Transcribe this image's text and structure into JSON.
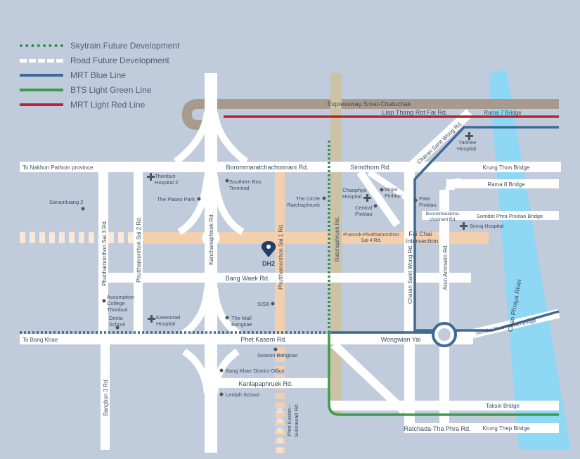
{
  "legend": [
    {
      "label": "Skytrain Future Development",
      "color": "#2e8f4a",
      "style": "dotted-green-blue"
    },
    {
      "label": "Road Future Development",
      "color": "#ffffff",
      "style": "dashed-white"
    },
    {
      "label": "MRT Blue Line",
      "color": "#3e6a94",
      "style": "solid"
    },
    {
      "label": "BTS Light Green Line",
      "color": "#3f9b4c",
      "style": "solid"
    },
    {
      "label": "MRT Light Red Line",
      "color": "#b5242f",
      "style": "solid"
    }
  ],
  "colors": {
    "background": "#c0cbdb",
    "road": "#ffffff",
    "expressway": "#a89a8c",
    "river": "#8fd8f5",
    "future_road": "#f3cfae",
    "ratchaphruek_rail": "#cbc3a3",
    "blue_line": "#3e6a94",
    "green_line": "#3f9b4c",
    "red_line": "#b5242f",
    "project_pin": "#1f3f66"
  },
  "roads": {
    "expressway": "Expressway Srirat-Chatuchak",
    "liap_thang": "Liap Thang Rot Fai Rd.",
    "rama7": "Rama 7 Bridge",
    "to_nakhon_pathom": "To Nakhon Pathom province",
    "borommaratchachonnani": "Borommaratchachonnani Rd.",
    "sirindhorn": "Sirindhorn Rd.",
    "krung_thon": "Krung Thon Bridge",
    "rama8": "Rama 8 Bridge",
    "somdet_phra_pinklao": "Somdet Phra Pinklao Bridge",
    "charan_sanit_wong_diag": "Charan Sanit Wong Rd.",
    "charan_sanit_wong": "Charan Sanit Wong Rd.",
    "arun_ammarin": "Arun Ammarin Rd.",
    "ratchaphruek": "Ratchaphruek Rd.",
    "phutthamonthon_sai3": "Phutthamonthon Sai 3 Rd.",
    "phutthamonthon_sai2": "Phutthamonthon Sai 2 Rd.",
    "phutthamonthon_sai1": "Phutthamonthon Sai 1 Rd.",
    "kanchanaphisek": "Kanchanaphisek Rd.",
    "bang_waek": "Bang Waek Rd.",
    "to_bang_khae": "To Bang Khae",
    "phet_kasem": "Phet Kasem Rd.",
    "wongwian_yai": "Wongwian Yai",
    "somdet_phra_pinklao_bridge2": "Somdet Phra Pinklao Bridge",
    "kanlapaphruek": "Kanlapaphruek Rd.",
    "bangbon3": "Bangbon 3 Rd.",
    "phet_kasem_suksawad": [
      "Phet Kasem -",
      "Suksawad Rd."
    ],
    "taksin": "Taksin Bridge",
    "ratchada_tha_phra": "Ratchada-Tha Phra Rd.",
    "krung_thep": "Krung Thep Bridge",
    "chao_phraya": "Chao Phraya River",
    "prannok": [
      "Prannok-Phutthamonthon",
      "Sai 4 Rd."
    ],
    "borommaratcha_small": [
      "Borommaratcha-",
      "chonnani Rd."
    ],
    "fai_chai": [
      "Fai Chai",
      "Intersection"
    ]
  },
  "places": {
    "thonburi_hospital2": [
      "Thonburi",
      "Hospital 2"
    ],
    "southern_bus": [
      "Southern Bus",
      "Terminal"
    ],
    "paseo_park": "The Paseo Park",
    "sanamluang2": "Sanamluang 2",
    "circle": [
      "The Circle",
      "Ratchaphruek"
    ],
    "chaophya": [
      "Chaophya",
      "Hospital"
    ],
    "mojor": [
      "Mojor",
      "Pinklao"
    ],
    "central": [
      "Central",
      "Pinklao"
    ],
    "pata": [
      "Pata",
      "Pinklao"
    ],
    "siriraj": "Siriraj Hospital",
    "yanhee": [
      "Yanhee",
      "Hospital"
    ],
    "assumption": [
      "Assumption",
      "College",
      "Thonburi"
    ],
    "denla": [
      "Denla",
      "School"
    ],
    "kasemrad": [
      "Kasemrad",
      "Hospital"
    ],
    "the_mall": [
      "The Mall",
      "Bangkae"
    ],
    "sisb": "SISB",
    "seacon": "Seacon Bangkae",
    "bang_khae_office": "Bang Khae District Office",
    "lertlah": "Lertlah School"
  },
  "project": {
    "label": "DH2"
  }
}
